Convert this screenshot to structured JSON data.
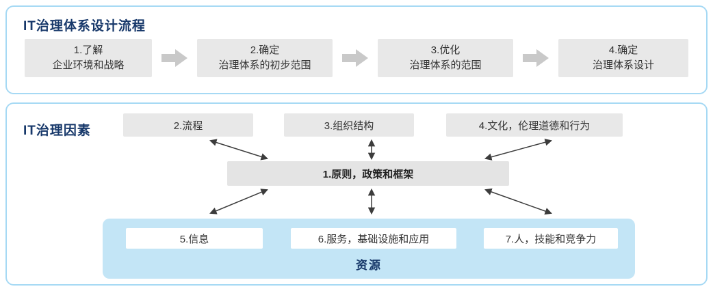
{
  "top_panel": {
    "title": "IT治理体系设计流程",
    "steps": [
      {
        "line1": "1.了解",
        "line2": "企业环境和战略"
      },
      {
        "line1": "2.确定",
        "line2": "治理体系的初步范围"
      },
      {
        "line1": "3.优化",
        "line2": "治理体系的范围"
      },
      {
        "line1": "4.确定",
        "line2": "治理体系设计"
      }
    ]
  },
  "bottom_panel": {
    "title": "IT治理因素",
    "top_factors": [
      "2.流程",
      "3.组织结构",
      "4.文化，伦理道德和行为"
    ],
    "center_factor": "1.原则，政策和框架",
    "resource_box": {
      "items": [
        "5.信息",
        "6.服务，基础设施和应用",
        "7.人，技能和竞争力"
      ],
      "label": "资源"
    }
  },
  "colors": {
    "panel_border": "#a6d9f4",
    "title_text": "#17386a",
    "box_bg": "#e8e8e8",
    "flow_arrow": "#c9c9c9",
    "resource_bg": "#c3e5f6",
    "connector": "#3c3c3c"
  }
}
